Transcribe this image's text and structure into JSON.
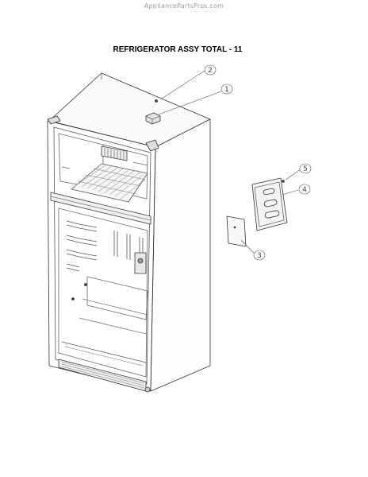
{
  "header": {
    "watermark": "AppliancePartsPros.com",
    "title": "REFRIGERATOR ASSY TOTAL - 11"
  },
  "callouts": [
    {
      "id": "1",
      "label": "1"
    },
    {
      "id": "2",
      "label": "2"
    },
    {
      "id": "3",
      "label": "3"
    },
    {
      "id": "4",
      "label": "4"
    },
    {
      "id": "5",
      "label": "5"
    }
  ],
  "colors": {
    "line": "#333333",
    "light_line": "#888888",
    "background": "#ffffff"
  }
}
